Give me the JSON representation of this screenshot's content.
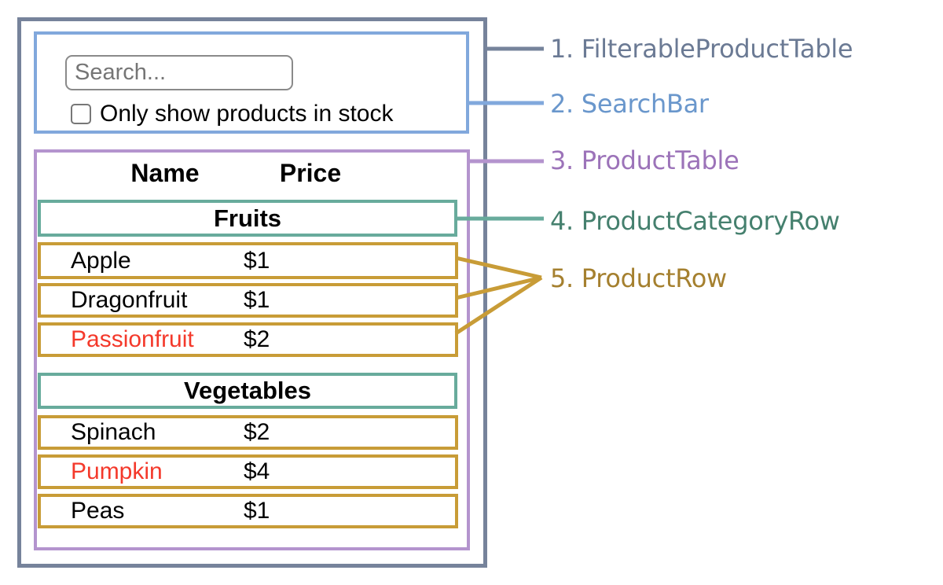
{
  "app": {
    "search_bar": {
      "placeholder": "Search...",
      "checkbox_label": "Only show products in stock",
      "checkbox_checked": false
    },
    "table": {
      "name_header": "Name",
      "price_header": "Price",
      "sections": [
        {
          "category": "Fruits",
          "rows": [
            {
              "name": "Apple",
              "price": "$1",
              "out_of_stock": false
            },
            {
              "name": "Dragonfruit",
              "price": "$1",
              "out_of_stock": false
            },
            {
              "name": "Passionfruit",
              "price": "$2",
              "out_of_stock": true
            }
          ]
        },
        {
          "category": "Vegetables",
          "rows": [
            {
              "name": "Spinach",
              "price": "$2",
              "out_of_stock": false
            },
            {
              "name": "Pumpkin",
              "price": "$4",
              "out_of_stock": true
            },
            {
              "name": "Peas",
              "price": "$1",
              "out_of_stock": false
            }
          ]
        }
      ]
    }
  },
  "legend": [
    {
      "text": "1. FilterableProductTable"
    },
    {
      "text": "2. SearchBar"
    },
    {
      "text": "3. ProductTable"
    },
    {
      "text": "4. ProductCategoryRow"
    },
    {
      "text": "5. ProductRow"
    }
  ],
  "colors": {
    "outer_border": "#76839B",
    "searchbar_border": "#81A8DC",
    "producttable_border": "#B494CE",
    "categoryrow_border": "#68AB9C",
    "productrow_border": "#C89C37",
    "label_outer": "#6B7A94",
    "label_searchbar": "#6A97CC",
    "label_producttable": "#9C73B9",
    "label_categoryrow": "#45806E",
    "label_productrow": "#A5802F",
    "out_of_stock": "#F4392B"
  }
}
